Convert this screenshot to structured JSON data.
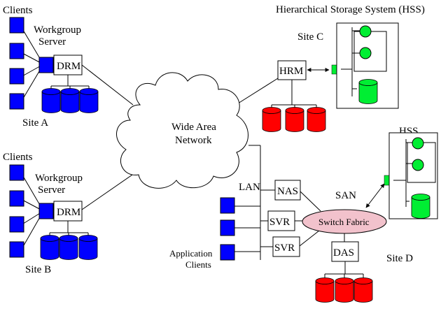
{
  "colors": {
    "client": "#0000ff",
    "storage_blue": "#0000ff",
    "storage_red": "#ff0000",
    "hss_green": "#00ee33",
    "switch_fabric": "#f2c2cc",
    "line": "#000000"
  },
  "labels": {
    "clients_a": "Clients",
    "workgroup_a": "Workgroup",
    "server_a": "Server",
    "drm_a": "DRM",
    "site_a": "Site A",
    "clients_b": "Clients",
    "workgroup_b": "Workgroup",
    "server_b": "Server",
    "drm_b": "DRM",
    "site_b": "Site B",
    "hss_title": "Hierarchical Storage System (HSS)",
    "site_c": "Site C",
    "hrm": "HRM",
    "wan_line1": "Wide Area",
    "wan_line2": "Network",
    "hss_d": "HSS",
    "lan": "LAN",
    "nas": "NAS",
    "san": "SAN",
    "svr1": "SVR",
    "svr2": "SVR",
    "switch_fabric": "Switch Fabric",
    "das": "DAS",
    "site_d": "Site D",
    "app_clients_line1": "Application",
    "app_clients_line2": "Clients"
  }
}
